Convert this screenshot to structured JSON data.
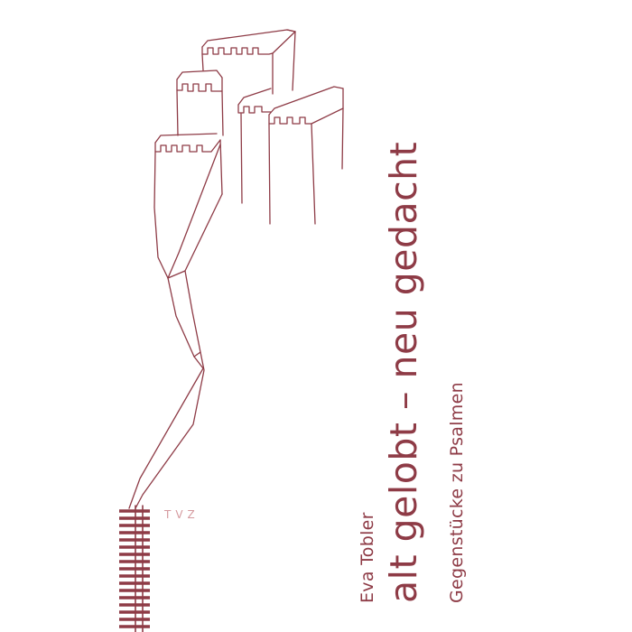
{
  "book": {
    "title": "alt gelobt – neu gedacht",
    "subtitle": "Gegenstücke zu Psalmen",
    "author": "Eva Tobler",
    "publisher": "TVZ"
  },
  "illustration": {
    "icon": "castle-towers-line-drawing-icon",
    "color": "#8e3b46"
  },
  "colors": {
    "background": "#ffffff",
    "text": "#8e3b46",
    "publisher_mark": "#d59a9f"
  }
}
